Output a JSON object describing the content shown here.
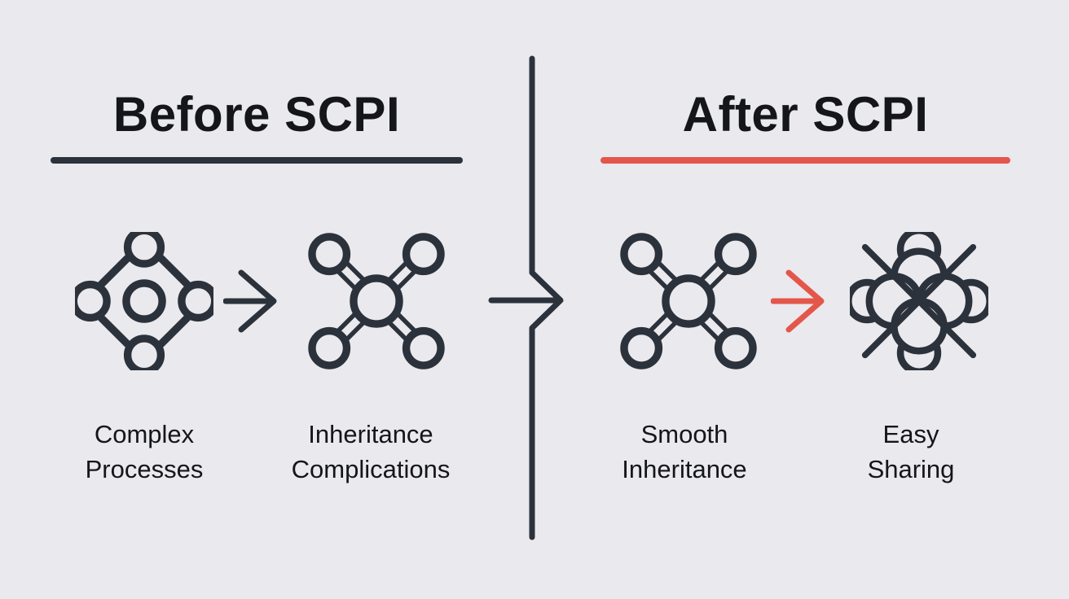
{
  "colors": {
    "background": "#eae9ed",
    "ink": "#2b323b",
    "accent": "#e4564a",
    "text": "#14161a"
  },
  "left_panel": {
    "title": "Before SCPI",
    "arrow_icon": "arrow-right",
    "items": [
      {
        "icon": "complex-process-hub-icon",
        "label_line1": "Complex",
        "label_line2": "Processes"
      },
      {
        "icon": "tangled-network-icon",
        "label_line1": "Inheritance",
        "label_line2": "Complications"
      }
    ]
  },
  "right_panel": {
    "title": "After SCPI",
    "arrow_icon": "arrow-right",
    "items": [
      {
        "icon": "connected-network-icon",
        "label_line1": "Smooth",
        "label_line2": "Inheritance"
      },
      {
        "icon": "shared-cluster-icon",
        "label_line1": "Easy",
        "label_line2": "Sharing"
      }
    ]
  },
  "divider": {
    "icon": "split-flow-arrow-icon"
  }
}
